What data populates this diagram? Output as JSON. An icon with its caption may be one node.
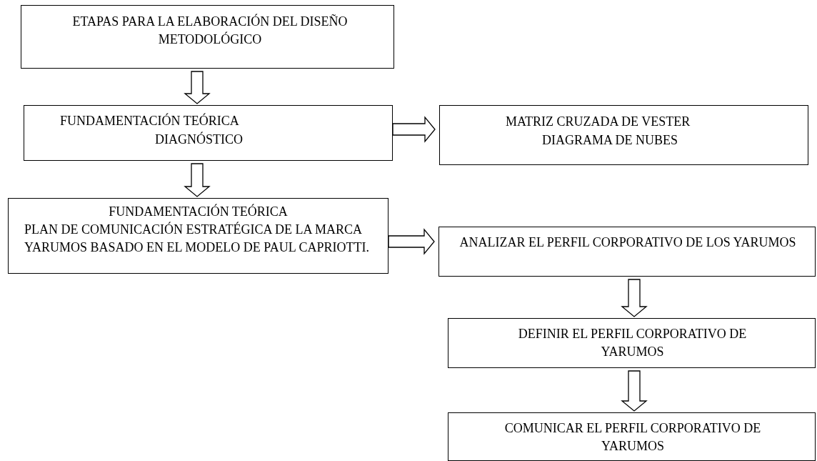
{
  "diagram": {
    "nodes": [
      {
        "text": [
          "ETAPAS PARA LA ELABORACIÓN DEL DISEÑO METODOLÓGICO"
        ]
      },
      {
        "text": [
          "FUNDAMENTACIÓN TEÓRICA",
          "DIAGNÓSTICO"
        ]
      },
      {
        "text": [
          "MATRIZ CRUZADA DE VESTER",
          "DIAGRAMA DE NUBES"
        ]
      },
      {
        "text": [
          "FUNDAMENTACIÓN TEÓRICA",
          "PLAN DE COMUNICACIÓN ESTRATÉGICA DE LA MARCA YARUMOS BASADO EN EL MODELO DE PAUL CAPRIOTTI."
        ]
      },
      {
        "text": [
          "ANALIZAR EL PERFIL CORPORATIVO DE LOS YARUMOS"
        ]
      },
      {
        "text": [
          "DEFINIR EL PERFIL CORPORATIVO DE YARUMOS"
        ]
      },
      {
        "text": [
          "COMUNICAR EL PERFIL CORPORATIVO DE YARUMOS"
        ]
      }
    ],
    "edges": [
      {
        "from": 0,
        "to": 1,
        "arrow": "to"
      },
      {
        "from": 1,
        "to": 2,
        "arrow": "to"
      },
      {
        "from": 1,
        "to": 3,
        "arrow": "to"
      },
      {
        "from": 3,
        "to": 4,
        "arrow": "to"
      },
      {
        "from": 4,
        "to": 5,
        "arrow": "to"
      },
      {
        "from": 5,
        "to": 6,
        "arrow": "to"
      }
    ]
  }
}
